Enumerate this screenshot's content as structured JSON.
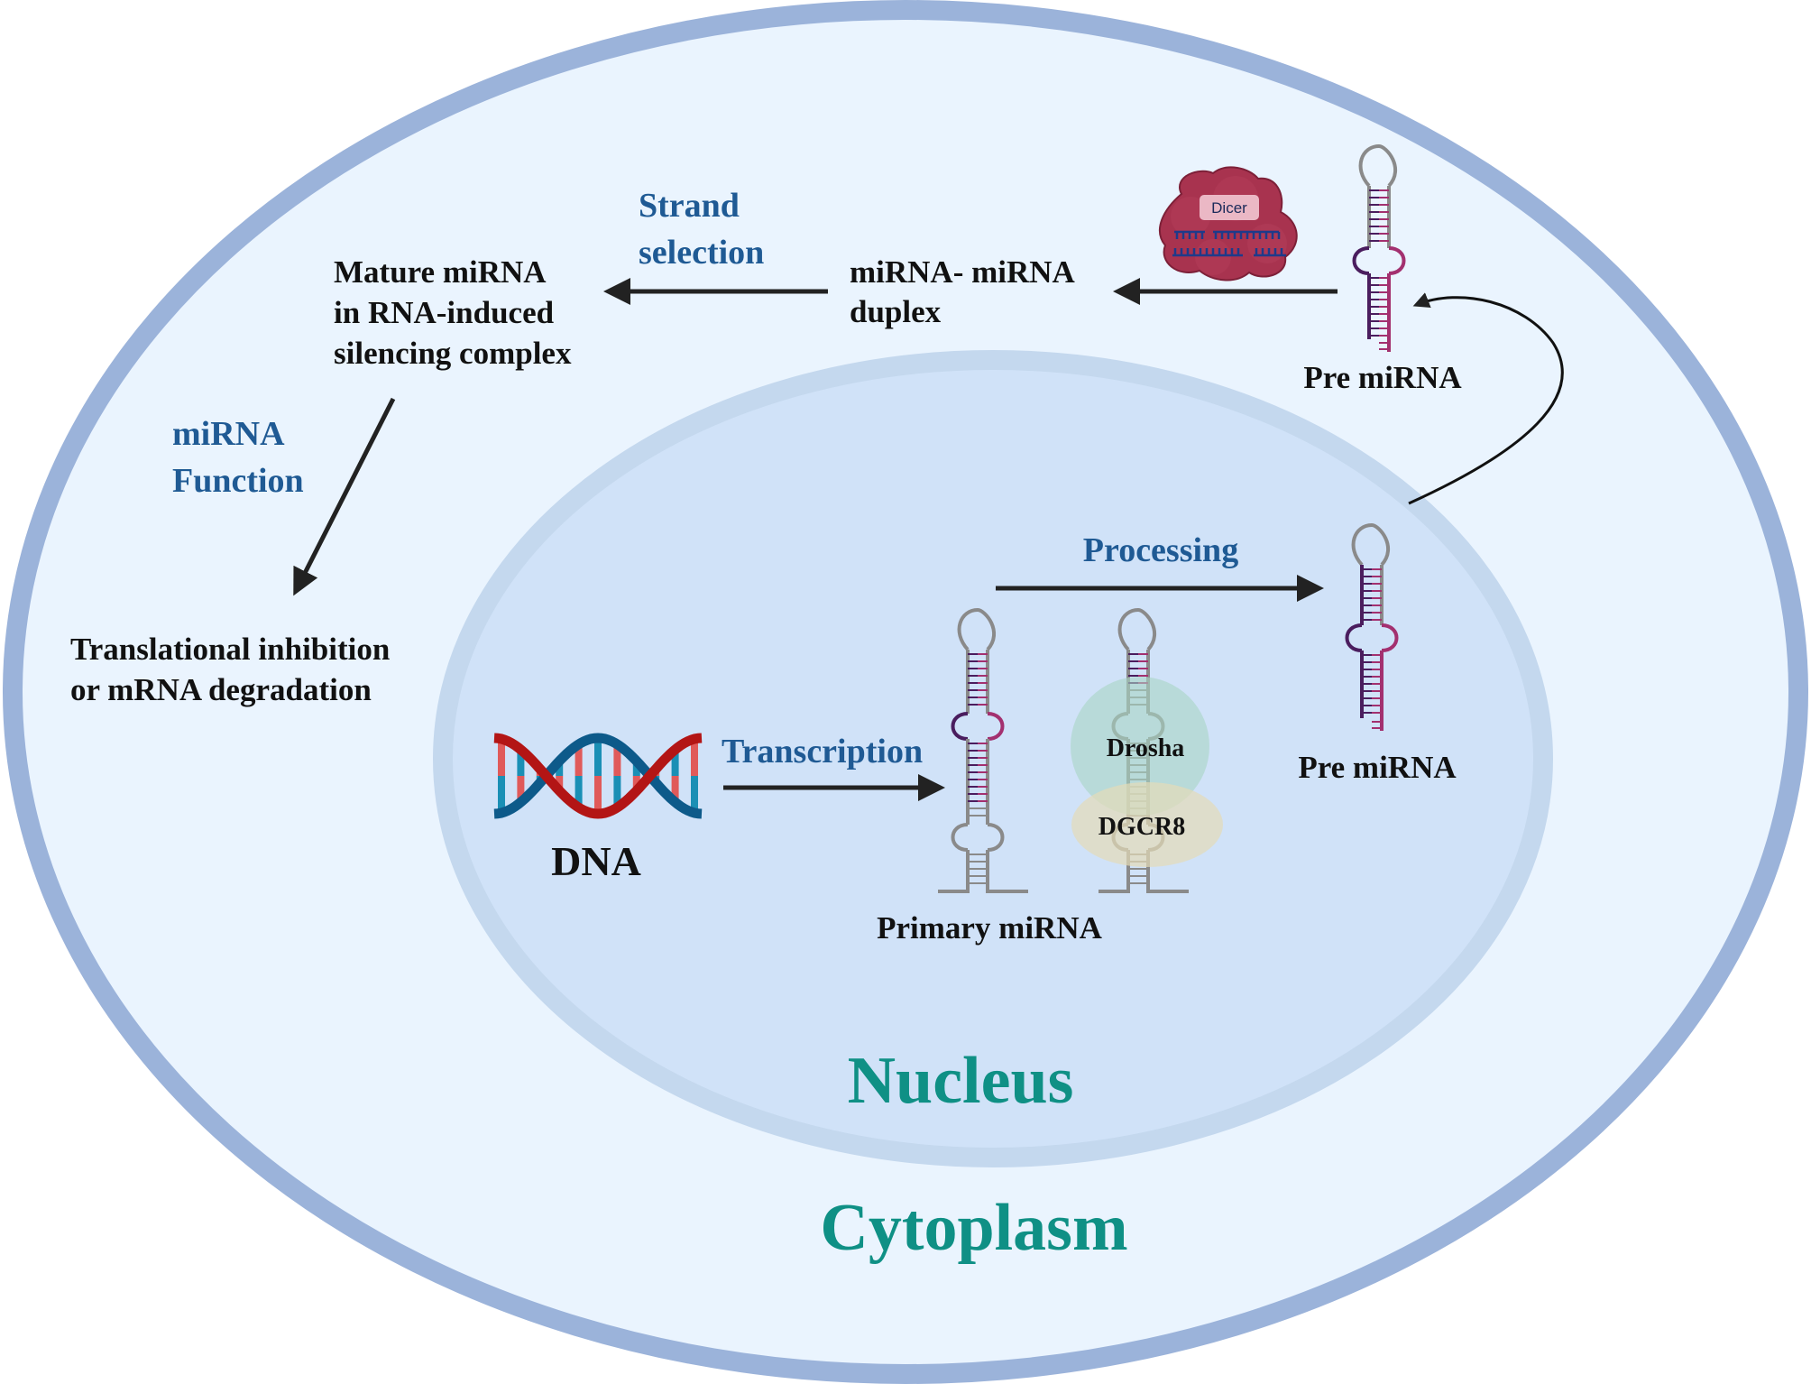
{
  "figure": {
    "compartments": {
      "cytoplasm_label": "Cytoplasm",
      "nucleus_label": "Nucleus"
    },
    "steps": {
      "transcription": "Transcription",
      "processing": "Processing",
      "strand_selection": [
        "Strand",
        "selection"
      ],
      "mirna_function": [
        "miRNA",
        "Function"
      ]
    },
    "entities": {
      "dna": "DNA",
      "primary_mirna": "Primary miRNA",
      "pre_mirna_nucleus": "Pre miRNA",
      "pre_mirna_cytoplasm": "Pre miRNA",
      "duplex": [
        "miRNA- miRNA",
        "duplex"
      ],
      "mature": [
        "Mature miRNA",
        "in RNA-induced",
        "silencing complex"
      ],
      "outcome": [
        "Translational inhibition",
        "or mRNA degradation"
      ]
    },
    "proteins": {
      "drosha": "Drosha",
      "dgcr8": "DGCR8",
      "dicer": "Dicer"
    },
    "colors": {
      "cell_membrane": "#9bb3da",
      "cytoplasm_fill": "#eaf4fe",
      "nuclear_envelope": "#c4d8ee",
      "nucleus_fill": "#d0e2f8",
      "step_label": "#1f5a94",
      "compartment_label": "#0f9085",
      "dicer": "#a8334f",
      "drosha": "#a9d5c4",
      "dgcr8": "#e4dcb8",
      "rna_strand_5p": "#4a1d5e",
      "rna_strand_3p": "#a3306f",
      "rna_backbone": "#8a8a8a"
    }
  }
}
